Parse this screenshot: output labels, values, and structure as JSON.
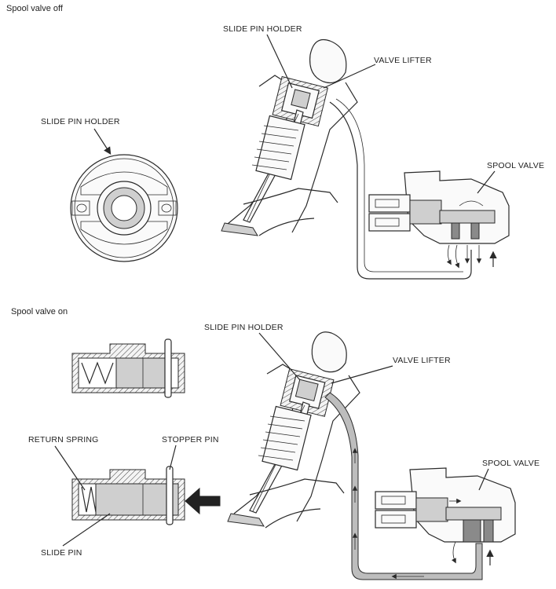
{
  "sections": {
    "off_title": "Spool valve off",
    "on_title": "Spool valve on"
  },
  "labels": {
    "slide_pin_holder_top": "SLIDE PIN HOLDER",
    "valve_lifter_top": "VALVE LIFTER",
    "slide_pin_holder_detail": "SLIDE PIN HOLDER",
    "spool_valve_top": "SPOOL VALVE",
    "slide_pin_holder_bottom": "SLIDE PIN HOLDER",
    "valve_lifter_bottom": "VALVE LIFTER",
    "spool_valve_bottom": "SPOOL VALVE",
    "return_spring": "RETURN SPRING",
    "stopper_pin": "STOPPER PIN",
    "slide_pin": "SLIDE PIN"
  },
  "colors": {
    "line": "#2a2a2a",
    "fill_gray": "#cfcfcf",
    "fill_dark": "#8a8a8a",
    "background": "#ffffff"
  }
}
